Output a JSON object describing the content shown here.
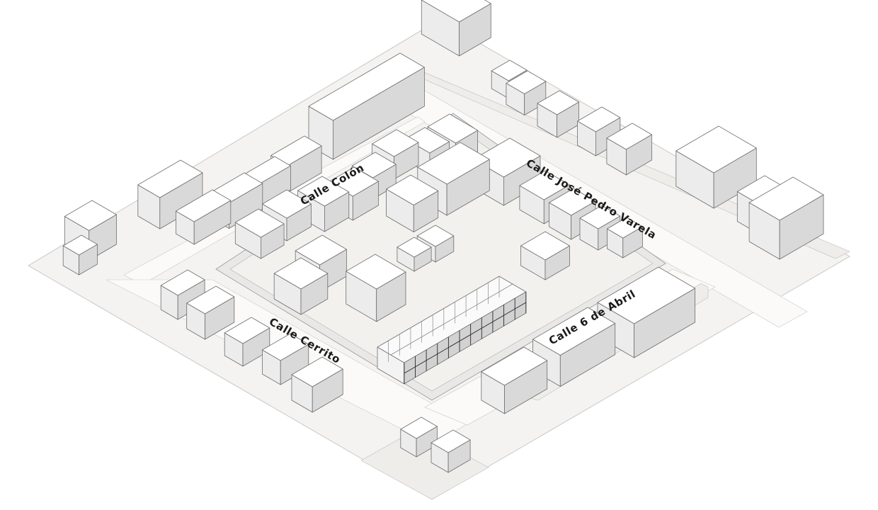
{
  "streets": [
    {
      "id": "colon",
      "name": "Calle Colón"
    },
    {
      "id": "jpv",
      "name": "Calle José Pedro Varela"
    },
    {
      "id": "cerrito",
      "name": "Calle Cerrito"
    },
    {
      "id": "abril",
      "name": "Calle 6 de Abril"
    }
  ],
  "colors": {
    "paper": "#ffffff",
    "ground": "#f4f3f1",
    "street": "#fbfaf8",
    "sidewalk": "#e9e8e6",
    "roof": "#ffffff",
    "wall_left": "#ececec",
    "wall_right": "#d9d9d9",
    "edge": "#6e6e6e",
    "project_dark": "#2b2b2b",
    "project_mid": "#8a8a8a"
  }
}
